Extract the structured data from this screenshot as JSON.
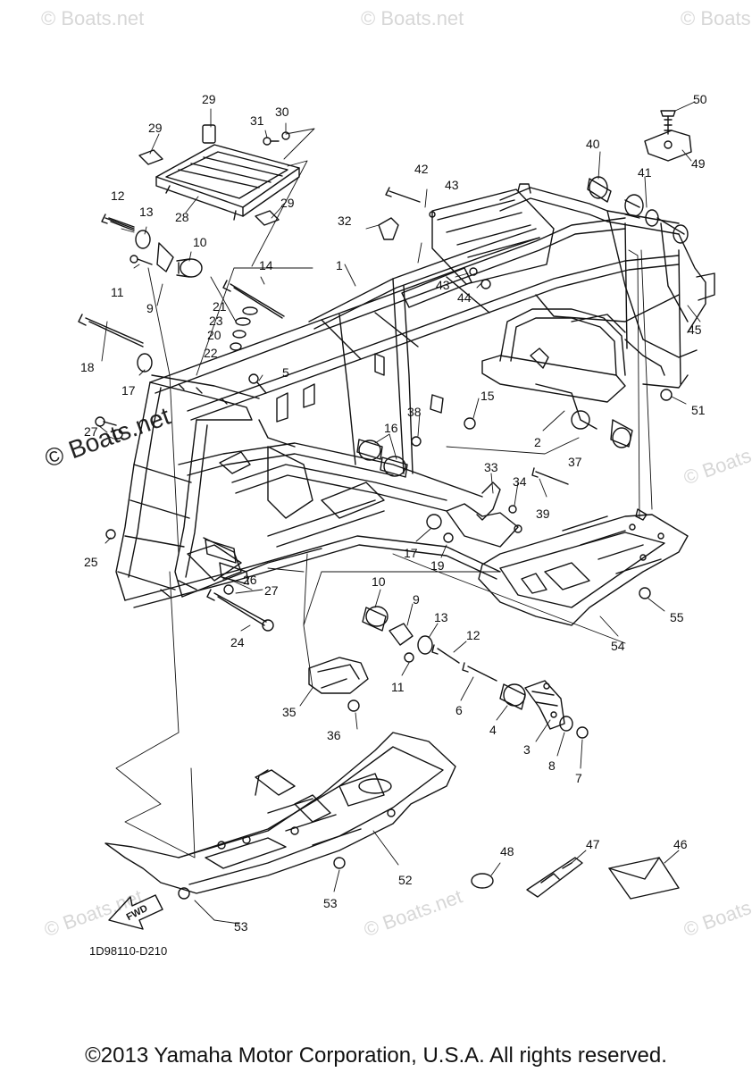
{
  "watermarks": [
    "© Boats.net",
    "© Boats.net",
    "© Boats.",
    "© Boats.net",
    "© Boats.net",
    "© Boats.net",
    "© Boats.net",
    "© Boats.net"
  ],
  "labels": [
    {
      "id": "29a",
      "text": "29"
    },
    {
      "id": "29b",
      "text": "29"
    },
    {
      "id": "29c",
      "text": "29"
    },
    {
      "id": "31",
      "text": "31"
    },
    {
      "id": "30",
      "text": "30"
    },
    {
      "id": "28",
      "text": "28"
    },
    {
      "id": "12a",
      "text": "12"
    },
    {
      "id": "13a",
      "text": "13"
    },
    {
      "id": "10a",
      "text": "10"
    },
    {
      "id": "11a",
      "text": "11"
    },
    {
      "id": "9a",
      "text": "9"
    },
    {
      "id": "14",
      "text": "14"
    },
    {
      "id": "21",
      "text": "21"
    },
    {
      "id": "23",
      "text": "23"
    },
    {
      "id": "20",
      "text": "20"
    },
    {
      "id": "22",
      "text": "22"
    },
    {
      "id": "18",
      "text": "18"
    },
    {
      "id": "17a",
      "text": "17"
    },
    {
      "id": "5",
      "text": "5"
    },
    {
      "id": "1",
      "text": "1"
    },
    {
      "id": "32",
      "text": "32"
    },
    {
      "id": "42",
      "text": "42"
    },
    {
      "id": "43a",
      "text": "43"
    },
    {
      "id": "43b",
      "text": "43"
    },
    {
      "id": "44",
      "text": "44"
    },
    {
      "id": "40",
      "text": "40"
    },
    {
      "id": "41",
      "text": "41"
    },
    {
      "id": "50",
      "text": "50"
    },
    {
      "id": "49",
      "text": "49"
    },
    {
      "id": "45",
      "text": "45"
    },
    {
      "id": "51",
      "text": "51"
    },
    {
      "id": "15",
      "text": "15"
    },
    {
      "id": "2",
      "text": "2"
    },
    {
      "id": "38",
      "text": "38"
    },
    {
      "id": "16",
      "text": "16"
    },
    {
      "id": "37",
      "text": "37"
    },
    {
      "id": "33",
      "text": "33"
    },
    {
      "id": "34",
      "text": "34"
    },
    {
      "id": "39",
      "text": "39"
    },
    {
      "id": "27a",
      "text": "27"
    },
    {
      "id": "27b",
      "text": "27"
    },
    {
      "id": "25",
      "text": "25"
    },
    {
      "id": "26",
      "text": "26"
    },
    {
      "id": "24",
      "text": "24"
    },
    {
      "id": "17b",
      "text": "17"
    },
    {
      "id": "19",
      "text": "19"
    },
    {
      "id": "10b",
      "text": "10"
    },
    {
      "id": "9b",
      "text": "9"
    },
    {
      "id": "13b",
      "text": "13"
    },
    {
      "id": "12b",
      "text": "12"
    },
    {
      "id": "11b",
      "text": "11"
    },
    {
      "id": "6",
      "text": "6"
    },
    {
      "id": "4",
      "text": "4"
    },
    {
      "id": "3",
      "text": "3"
    },
    {
      "id": "8",
      "text": "8"
    },
    {
      "id": "7",
      "text": "7"
    },
    {
      "id": "55",
      "text": "55"
    },
    {
      "id": "54",
      "text": "54"
    },
    {
      "id": "35",
      "text": "35"
    },
    {
      "id": "36",
      "text": "36"
    },
    {
      "id": "52",
      "text": "52"
    },
    {
      "id": "53a",
      "text": "53"
    },
    {
      "id": "53b",
      "text": "53"
    },
    {
      "id": "48",
      "text": "48"
    },
    {
      "id": "47",
      "text": "47"
    },
    {
      "id": "46",
      "text": "46"
    }
  ],
  "fwd_label": "FWD",
  "reference_code": "1D98110-D210",
  "copyright": "©2013 Yamaha Motor Corporation, U.S.A. All rights reserved."
}
